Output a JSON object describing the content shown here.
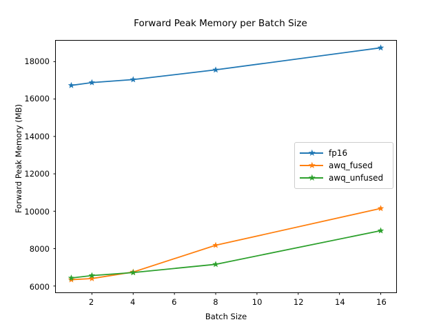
{
  "chart_data": {
    "type": "line",
    "title": "Forward Peak Memory per Batch Size",
    "xlabel": "Batch Size",
    "ylabel": "Forward Peak Memory (MB)",
    "x": [
      1,
      2,
      4,
      8,
      16
    ],
    "series": [
      {
        "name": "fp16",
        "color": "#1f77b4",
        "values": [
          16730,
          16880,
          17040,
          17560,
          18740
        ]
      },
      {
        "name": "awq_fused",
        "color": "#ff7f0e",
        "values": [
          6340,
          6400,
          6750,
          8180,
          10150
        ]
      },
      {
        "name": "awq_unfused",
        "color": "#2ca02c",
        "values": [
          6430,
          6560,
          6720,
          7160,
          8960
        ]
      }
    ],
    "xlim": [
      0.25,
      16.75
    ],
    "ylim": [
      5660,
      19120
    ],
    "xticks": [
      2,
      4,
      6,
      8,
      10,
      12,
      14,
      16
    ],
    "yticks": [
      6000,
      8000,
      10000,
      12000,
      14000,
      16000,
      18000
    ],
    "xtick_labels": [
      "2",
      "4",
      "6",
      "8",
      "10",
      "12",
      "14",
      "16"
    ],
    "ytick_labels": [
      "6000",
      "8000",
      "10000",
      "12000",
      "14000",
      "16000",
      "18000"
    ],
    "grid": false,
    "marker": "star",
    "legend_position": "center right",
    "legend_entries": [
      "fp16",
      "awq_fused",
      "awq_unfused"
    ]
  }
}
